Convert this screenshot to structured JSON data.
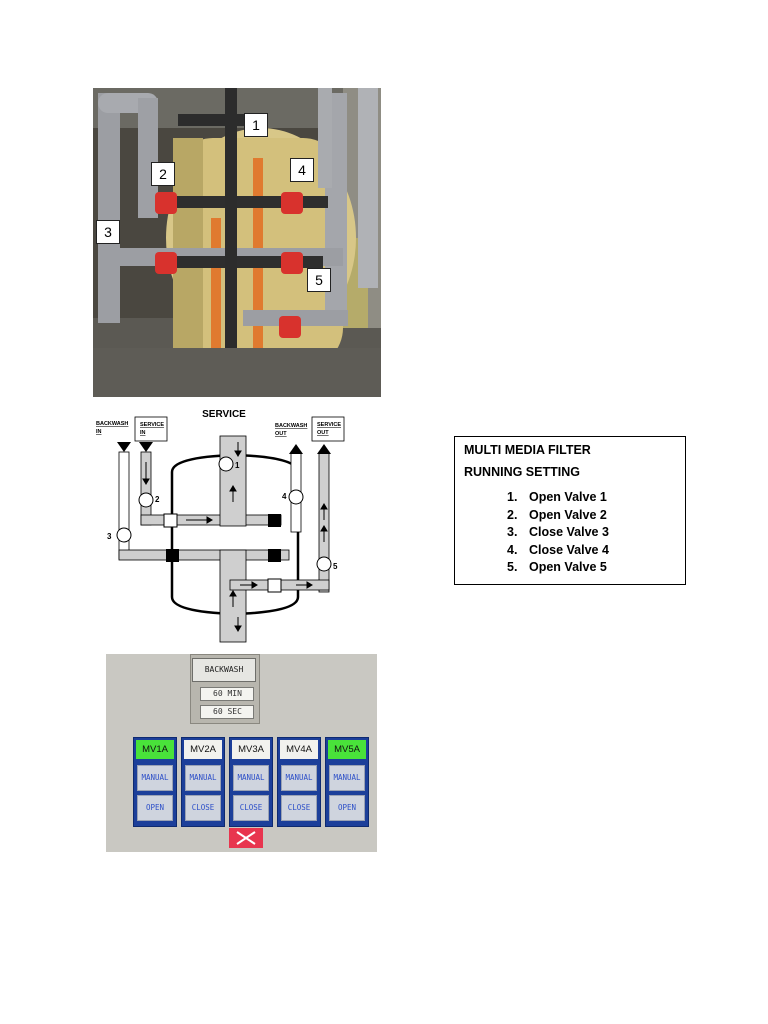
{
  "photo": {
    "callouts": [
      "1",
      "2",
      "3",
      "4",
      "5"
    ]
  },
  "schematic": {
    "title": "SERVICE",
    "labels": {
      "backwash_in": [
        "BACKWASH",
        "IN"
      ],
      "service_in": [
        "SERVICE",
        "IN"
      ],
      "backwash_out": [
        "BACKWASH",
        "OUT"
      ],
      "service_out": [
        "SERVICE",
        "OUT"
      ]
    },
    "valve_numbers": [
      "1",
      "2",
      "3",
      "4",
      "5"
    ]
  },
  "settings": {
    "title": "MULTI MEDIA FILTER",
    "subtitle": "RUNNING SETTING",
    "steps": [
      {
        "num": "1.",
        "text": "Open Valve 1"
      },
      {
        "num": "2.",
        "text": "Open Valve 2"
      },
      {
        "num": "3.",
        "text": "Close Valve 3"
      },
      {
        "num": "4.",
        "text": "Close Valve 4"
      },
      {
        "num": "5.",
        "text": "Open Valve 5"
      }
    ]
  },
  "hmi": {
    "backwash_label": "BACKWASH",
    "time_min": "60  MIN",
    "time_sec": "60  SEC",
    "valves": [
      {
        "name": "MV1A",
        "mode": "MANUAL",
        "state": "OPEN",
        "active": true
      },
      {
        "name": "MV2A",
        "mode": "MANUAL",
        "state": "CLOSE",
        "active": false
      },
      {
        "name": "MV3A",
        "mode": "MANUAL",
        "state": "CLOSE",
        "active": false
      },
      {
        "name": "MV4A",
        "mode": "MANUAL",
        "state": "CLOSE",
        "active": false
      },
      {
        "name": "MV5A",
        "mode": "MANUAL",
        "state": "OPEN",
        "active": true
      }
    ],
    "colors": {
      "active": "#49e23a",
      "panel": "#1c3f9a",
      "close_button": "#e8354e"
    }
  }
}
